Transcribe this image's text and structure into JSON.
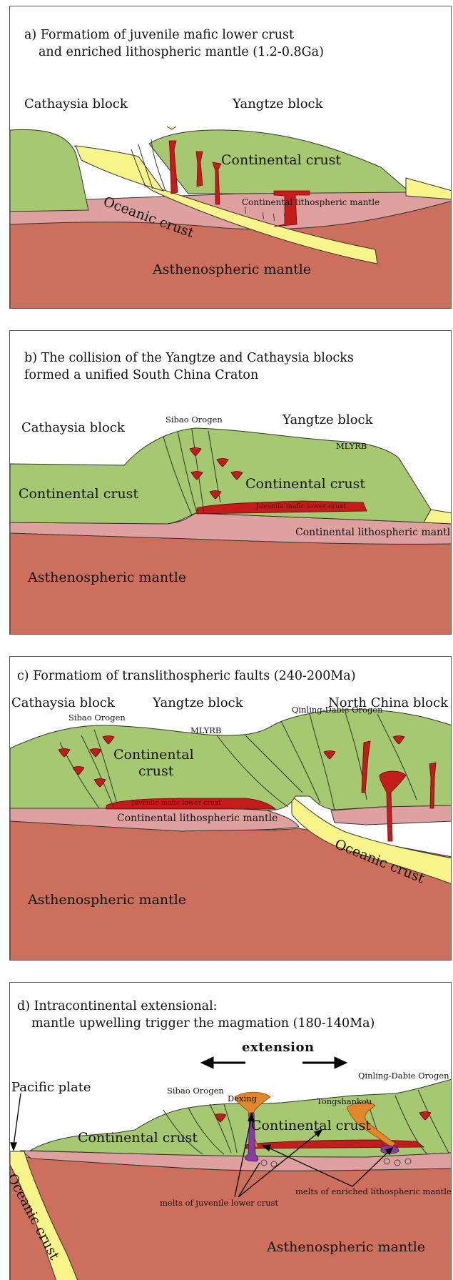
{
  "panel_a": {
    "title_line1": "a) Formatiom of juvenile mafic lower crust",
    "title_line2": "and enriched lithospheric mantle (1.2-0.8Ga)",
    "cathaysia": "Cathaysia block",
    "yangtze": "Yangtze block",
    "continental_crust": "Continental crust",
    "oceanic_crust": "Oceanic crust",
    "clm": "Continental lithospheric mantle",
    "asthenosphere": "Asthenospheric mantle"
  },
  "panel_b": {
    "title_line1": "b) The collision of the Yangtze and Cathaysia blocks",
    "title_line2": "formed a unified South China Craton",
    "cathaysia": "Cathaysia block",
    "sibao": "Sibao Orogen",
    "yangtze": "Yangtze block",
    "mlyrb": "MLYRB",
    "continental_crust_left": "Continental crust",
    "continental_crust_right": "Continental crust",
    "juvenile": "Juvenile mafic lower crust",
    "clm": "Continental lithospheric mantle",
    "asthenosphere": "Asthenospheric mantle"
  },
  "panel_c": {
    "title": "c) Formatiom of translithospheric faults (240-200Ma)",
    "cathaysia": "Cathaysia block",
    "yangtze": "Yangtze block",
    "north_china": "North China block",
    "sibao": "Sibao Orogen",
    "qinling": "Qinling-Dabie Orogen",
    "mlyrb": "MLYRB",
    "continental_line1": "Continental",
    "continental_line2": "crust",
    "juvenile": "Juvenile mafic lower crust",
    "clm": "Continental lithospheric mantle",
    "oceanic_crust": "Oceanic crust",
    "asthenosphere": "Asthenospheric mantle"
  },
  "panel_d": {
    "title_line1": "d) Intracontinental extensional:",
    "title_line2": "mantle upwelling trigger the magmation (180-140Ma)",
    "extension": "extension",
    "pacific": "Pacific plate",
    "sibao": "Sibao Orogen",
    "qinling": "Qinling-Dabie Orogen",
    "dexing": "Dexing",
    "tongshankou": "Tongshankou",
    "continental_left": "Continental crust",
    "continental_right": "Continental crust",
    "oceanic_crust": "Oceanic crust",
    "melts_enriched": "melts of enriched lithospheric mantle",
    "melts_juvenile": "melts of juvenile lower crust",
    "asthenosphere": "Asthenospheric mantle"
  },
  "colors": {
    "crust_green": "#a6c870",
    "oceanic_yellow": "#f7f58a",
    "clm_pink": "#dfa0a0",
    "asthenosphere_red": "#cc6f5c",
    "magma_red": "#c41b1b",
    "melt_orange": "#e3872c",
    "melt_purple": "#8a3c9e"
  }
}
